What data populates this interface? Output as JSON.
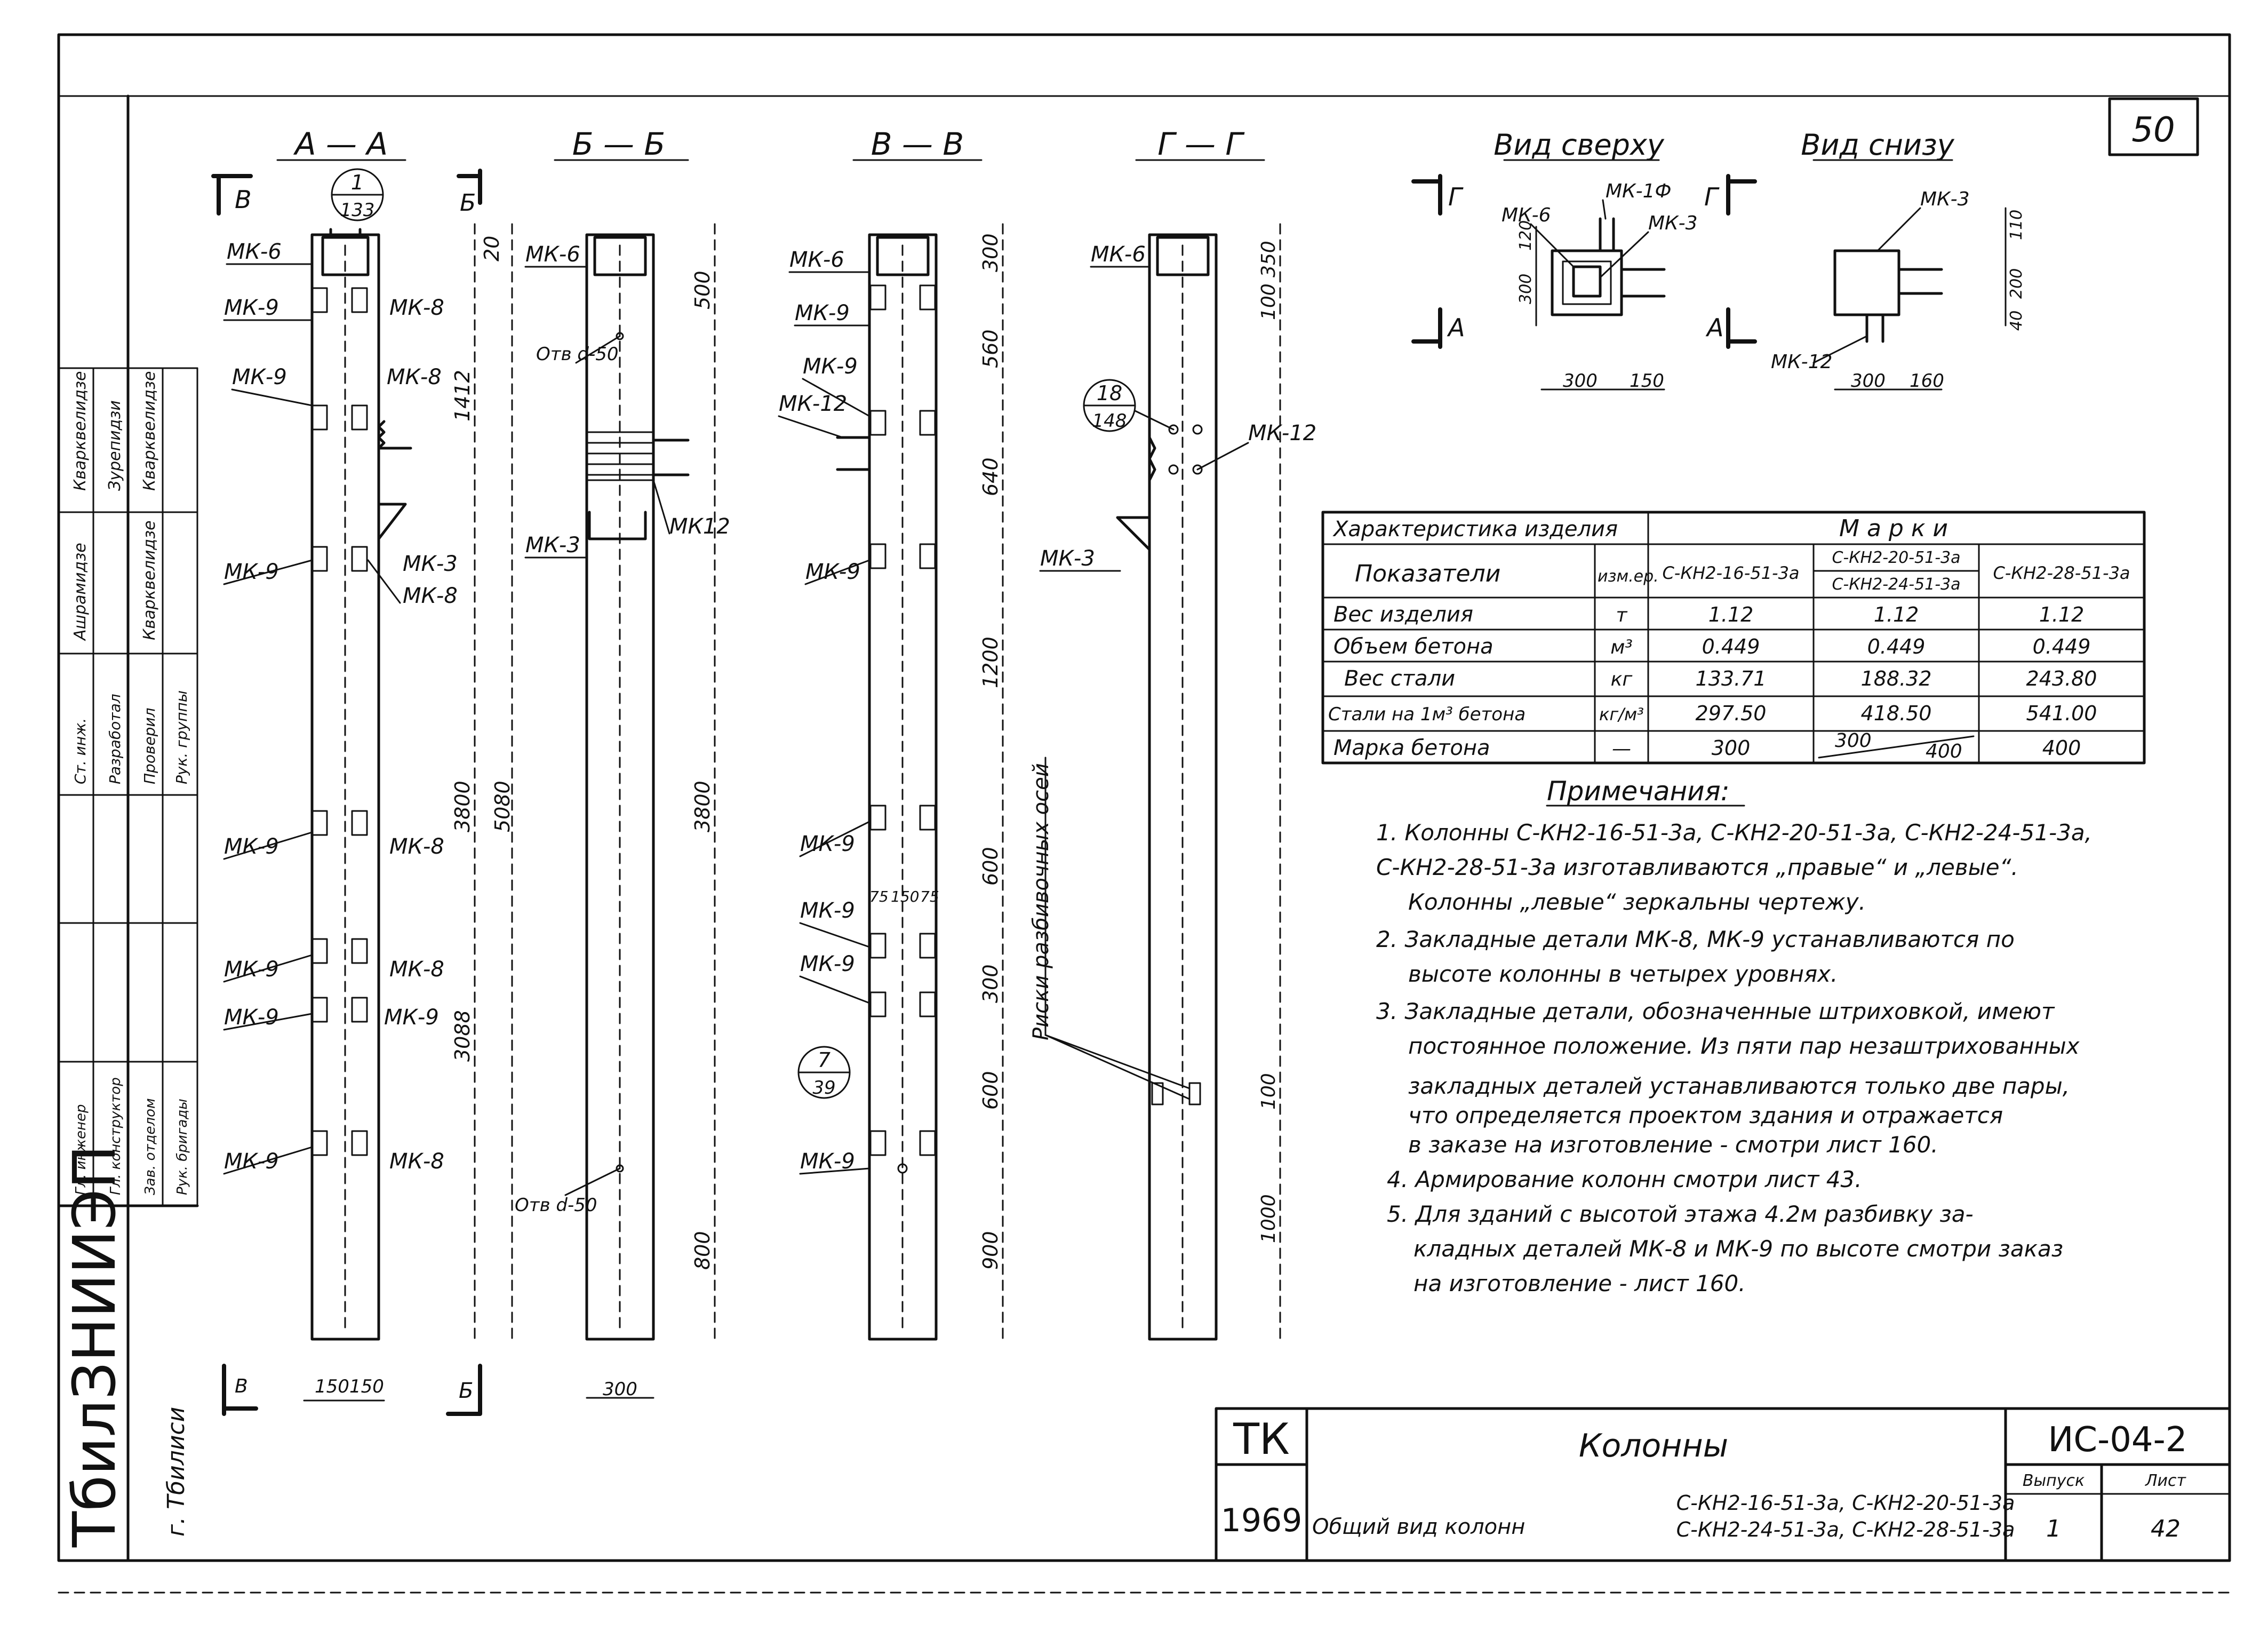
{
  "sheet_number": "50",
  "org": {
    "name": "ТбилЗНИИЭП",
    "city": "г. Тбилиси"
  },
  "stamp_rows": [
    [
      "Кварквелидзе",
      "Зурепидзи",
      "Кварквелидзе"
    ],
    [
      "Ашрамидзе",
      "Кварквелидзе"
    ],
    [
      "Ст. инж.",
      "Разработал",
      "Проверил",
      "Рук. группы"
    ],
    [
      "Гл. инженер",
      "Гл. конструктор",
      "Зав. отделом",
      "Рук. бригады"
    ]
  ],
  "sections": [
    {
      "title": "А — А",
      "cut": "В",
      "marks": [
        "МК-6",
        "МК-9",
        "МК-8",
        "МК-9",
        "МК-8",
        "МК-9",
        "МК-3",
        "МК-8",
        "МК-9",
        "МК-8",
        "МК-9",
        "МК-8",
        "МК-9",
        "МК-9",
        "МК-9",
        "МК-8"
      ],
      "callout_top": "1",
      "callout_bottom": "133",
      "dims": [
        "20",
        "1412",
        "5080",
        "3800",
        "3088"
      ],
      "bottom_dims": [
        "150",
        "150"
      ],
      "bottom_cut": "В",
      "bottom_cut2": "Б"
    },
    {
      "title": "Б — Б",
      "marks": [
        "МК-6",
        "МК-3",
        "МК12"
      ],
      "holes": [
        "Отв d-50",
        "Отв d-50"
      ],
      "dims": [
        "500",
        "3800",
        "800"
      ],
      "bottom_dim": "300"
    },
    {
      "title": "В — В",
      "marks": [
        "МК-6",
        "МК-9",
        "МК-9",
        "МК-12",
        "МК-9",
        "МК-9",
        "МК-9",
        "МК-9",
        "МК-9"
      ],
      "callout_top": "7",
      "callout_bottom": "39",
      "dims": [
        "300",
        "560",
        "640",
        "1200",
        "600",
        "300",
        "600",
        "900"
      ],
      "small_dims": [
        "75",
        "150",
        "75"
      ]
    },
    {
      "title": "Г — Г",
      "marks": [
        "МК-6",
        "МК-12",
        "МК-3"
      ],
      "callout_top": "18",
      "callout_bottom": "148",
      "dims": [
        "100",
        "350",
        "100",
        "1000"
      ],
      "axis_note": "Риски разбивочных осей"
    }
  ],
  "top_view": {
    "title": "Вид сверху",
    "marks": [
      "МК-1Ф",
      "МК-6",
      "МК-3"
    ],
    "dims": [
      "300",
      "150",
      "120",
      "300"
    ],
    "cut1": "Г",
    "cut2": "А"
  },
  "bottom_view": {
    "title": "Вид снизу",
    "marks": [
      "МК-3",
      "МК-12"
    ],
    "dims": [
      "300",
      "160",
      "110",
      "200",
      "40"
    ]
  },
  "table": {
    "header_left": "Характеристика изделия",
    "header_right": "М а р к и",
    "col_indicators": "Показатели",
    "col_unit": "изм.ер.",
    "col_m1": "С-КН2-16-51-3а",
    "col_m2a": "С-КН2-20-51-3а",
    "col_m2b": "С-КН2-24-51-3а",
    "col_m3": "С-КН2-28-51-3а",
    "rows": [
      {
        "name": "Вес изделия",
        "unit": "т",
        "v1": "1.12",
        "v2": "1.12",
        "v3": "1.12"
      },
      {
        "name": "Объем бетона",
        "unit": "м³",
        "v1": "0.449",
        "v2": "0.449",
        "v3": "0.449"
      },
      {
        "name": "Вес стали",
        "unit": "кг",
        "v1": "133.71",
        "v2": "188.32",
        "v3": "243.80"
      },
      {
        "name": "Стали на 1м³ бетона",
        "unit": "кг/м³",
        "v1": "297.50",
        "v2": "418.50",
        "v3": "541.00"
      },
      {
        "name": "Марка бетона",
        "unit": "—",
        "v1": "300",
        "v2a": "300",
        "v2b": "400",
        "v3": "400"
      }
    ]
  },
  "notes": {
    "title": "Примечания:",
    "lines": [
      "1. Колонны С-КН2-16-51-3а, С-КН2-20-51-3а, С-КН2-24-51-3а,",
      "С-КН2-28-51-3а изготавливаются „правые“ и „левые“.",
      "Колонны „левые“ зеркальны чертежу.",
      "2. Закладные детали МК-8, МК-9 устанавливаются по",
      "высоте колонны в четырех уровнях.",
      "3. Закладные детали, обозначенные штриховкой, имеют",
      "постоянное положение. Из пяти пар незаштрихованных",
      "закладных деталей устанавливаются только две пары,",
      "что определяется проектом здания и отражается",
      "в заказе на изготовление - смотри лист 160.",
      "4. Армирование колонн смотри лист 43.",
      "5. Для зданий с высотой этажа 4.2м разбивку за-",
      "кладных деталей МК-8 и МК-9 по высоте смотри заказ",
      "на изготовление - лист 160."
    ]
  },
  "title_block": {
    "tk": "ТК",
    "year": "1969",
    "title": "Колонны",
    "subtitle": "Общий вид колонн",
    "marks_line1": "С-КН2-16-51-3а, С-КН2-20-51-3а",
    "marks_line2": "С-КН2-24-51-3а, С-КН2-28-51-3а",
    "series": "ИС-04-2",
    "issue_label": "Выпуск",
    "issue": "1",
    "sheet_label": "Лист",
    "sheet": "42"
  }
}
